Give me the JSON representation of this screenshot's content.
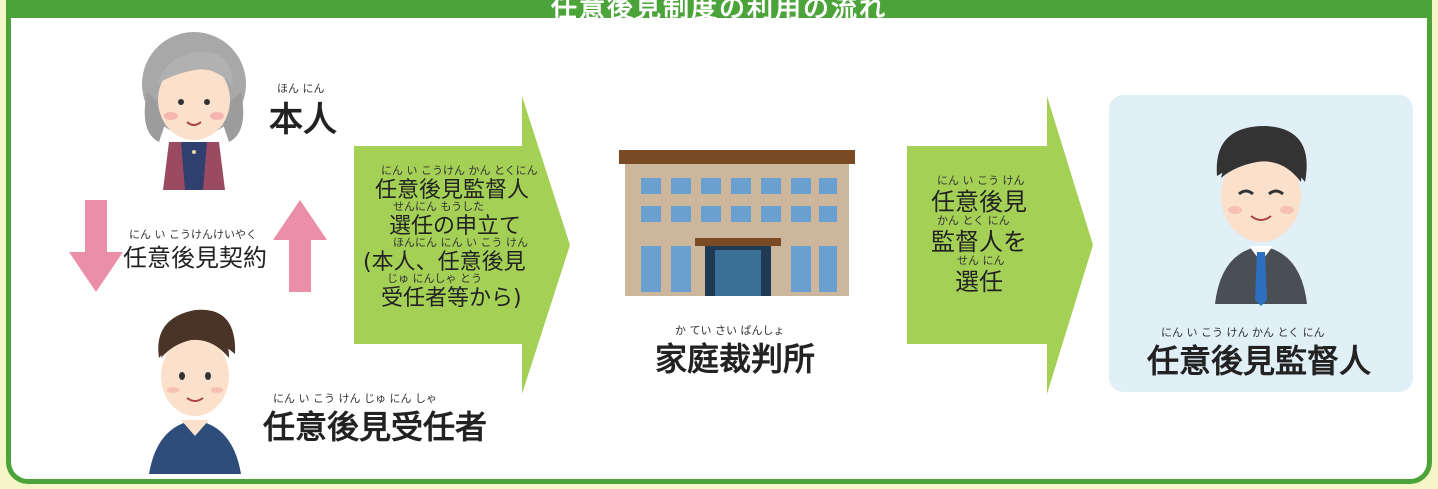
{
  "header": {
    "title": "任意後見制度の利用の流れ"
  },
  "principal": {
    "ruby": "ほん にん",
    "label": "本人"
  },
  "contract": {
    "ruby": "にん い こうけんけいやく",
    "label": "任意後見契約"
  },
  "trustee": {
    "ruby": "にん い こう けん じゅ にん しゃ",
    "label": "任意後見受任者"
  },
  "arrow1": {
    "lines": [
      {
        "ruby": "にん い こうけん かん とくにん",
        "text": "任意後見監督人"
      },
      {
        "ruby": "せんにん もうした",
        "text": "選任の申立て"
      },
      {
        "ruby": "ほんにん にん い こう けん",
        "text": "(本人、任意後見"
      },
      {
        "ruby": "じゅ にんしゃ とう",
        "text": "受任者等から)"
      }
    ]
  },
  "court": {
    "ruby": "か てい さい ばんしょ",
    "label": "家庭裁判所"
  },
  "arrow2": {
    "lines": [
      {
        "ruby": "にん い こう けん",
        "text": "任意後見"
      },
      {
        "ruby": "かん とく にん",
        "text": "監督人を"
      },
      {
        "ruby": "せん にん",
        "text": "選任"
      }
    ]
  },
  "supervisor": {
    "ruby": "にん い こう けん かん とく にん",
    "label": "任意後見監督人"
  },
  "colors": {
    "frame": "#4ba33a",
    "arrow": "#a4d056",
    "down_arrow": "#ea8eaa",
    "up_arrow": "#ea8eaa",
    "panel": "#e1eff7"
  }
}
